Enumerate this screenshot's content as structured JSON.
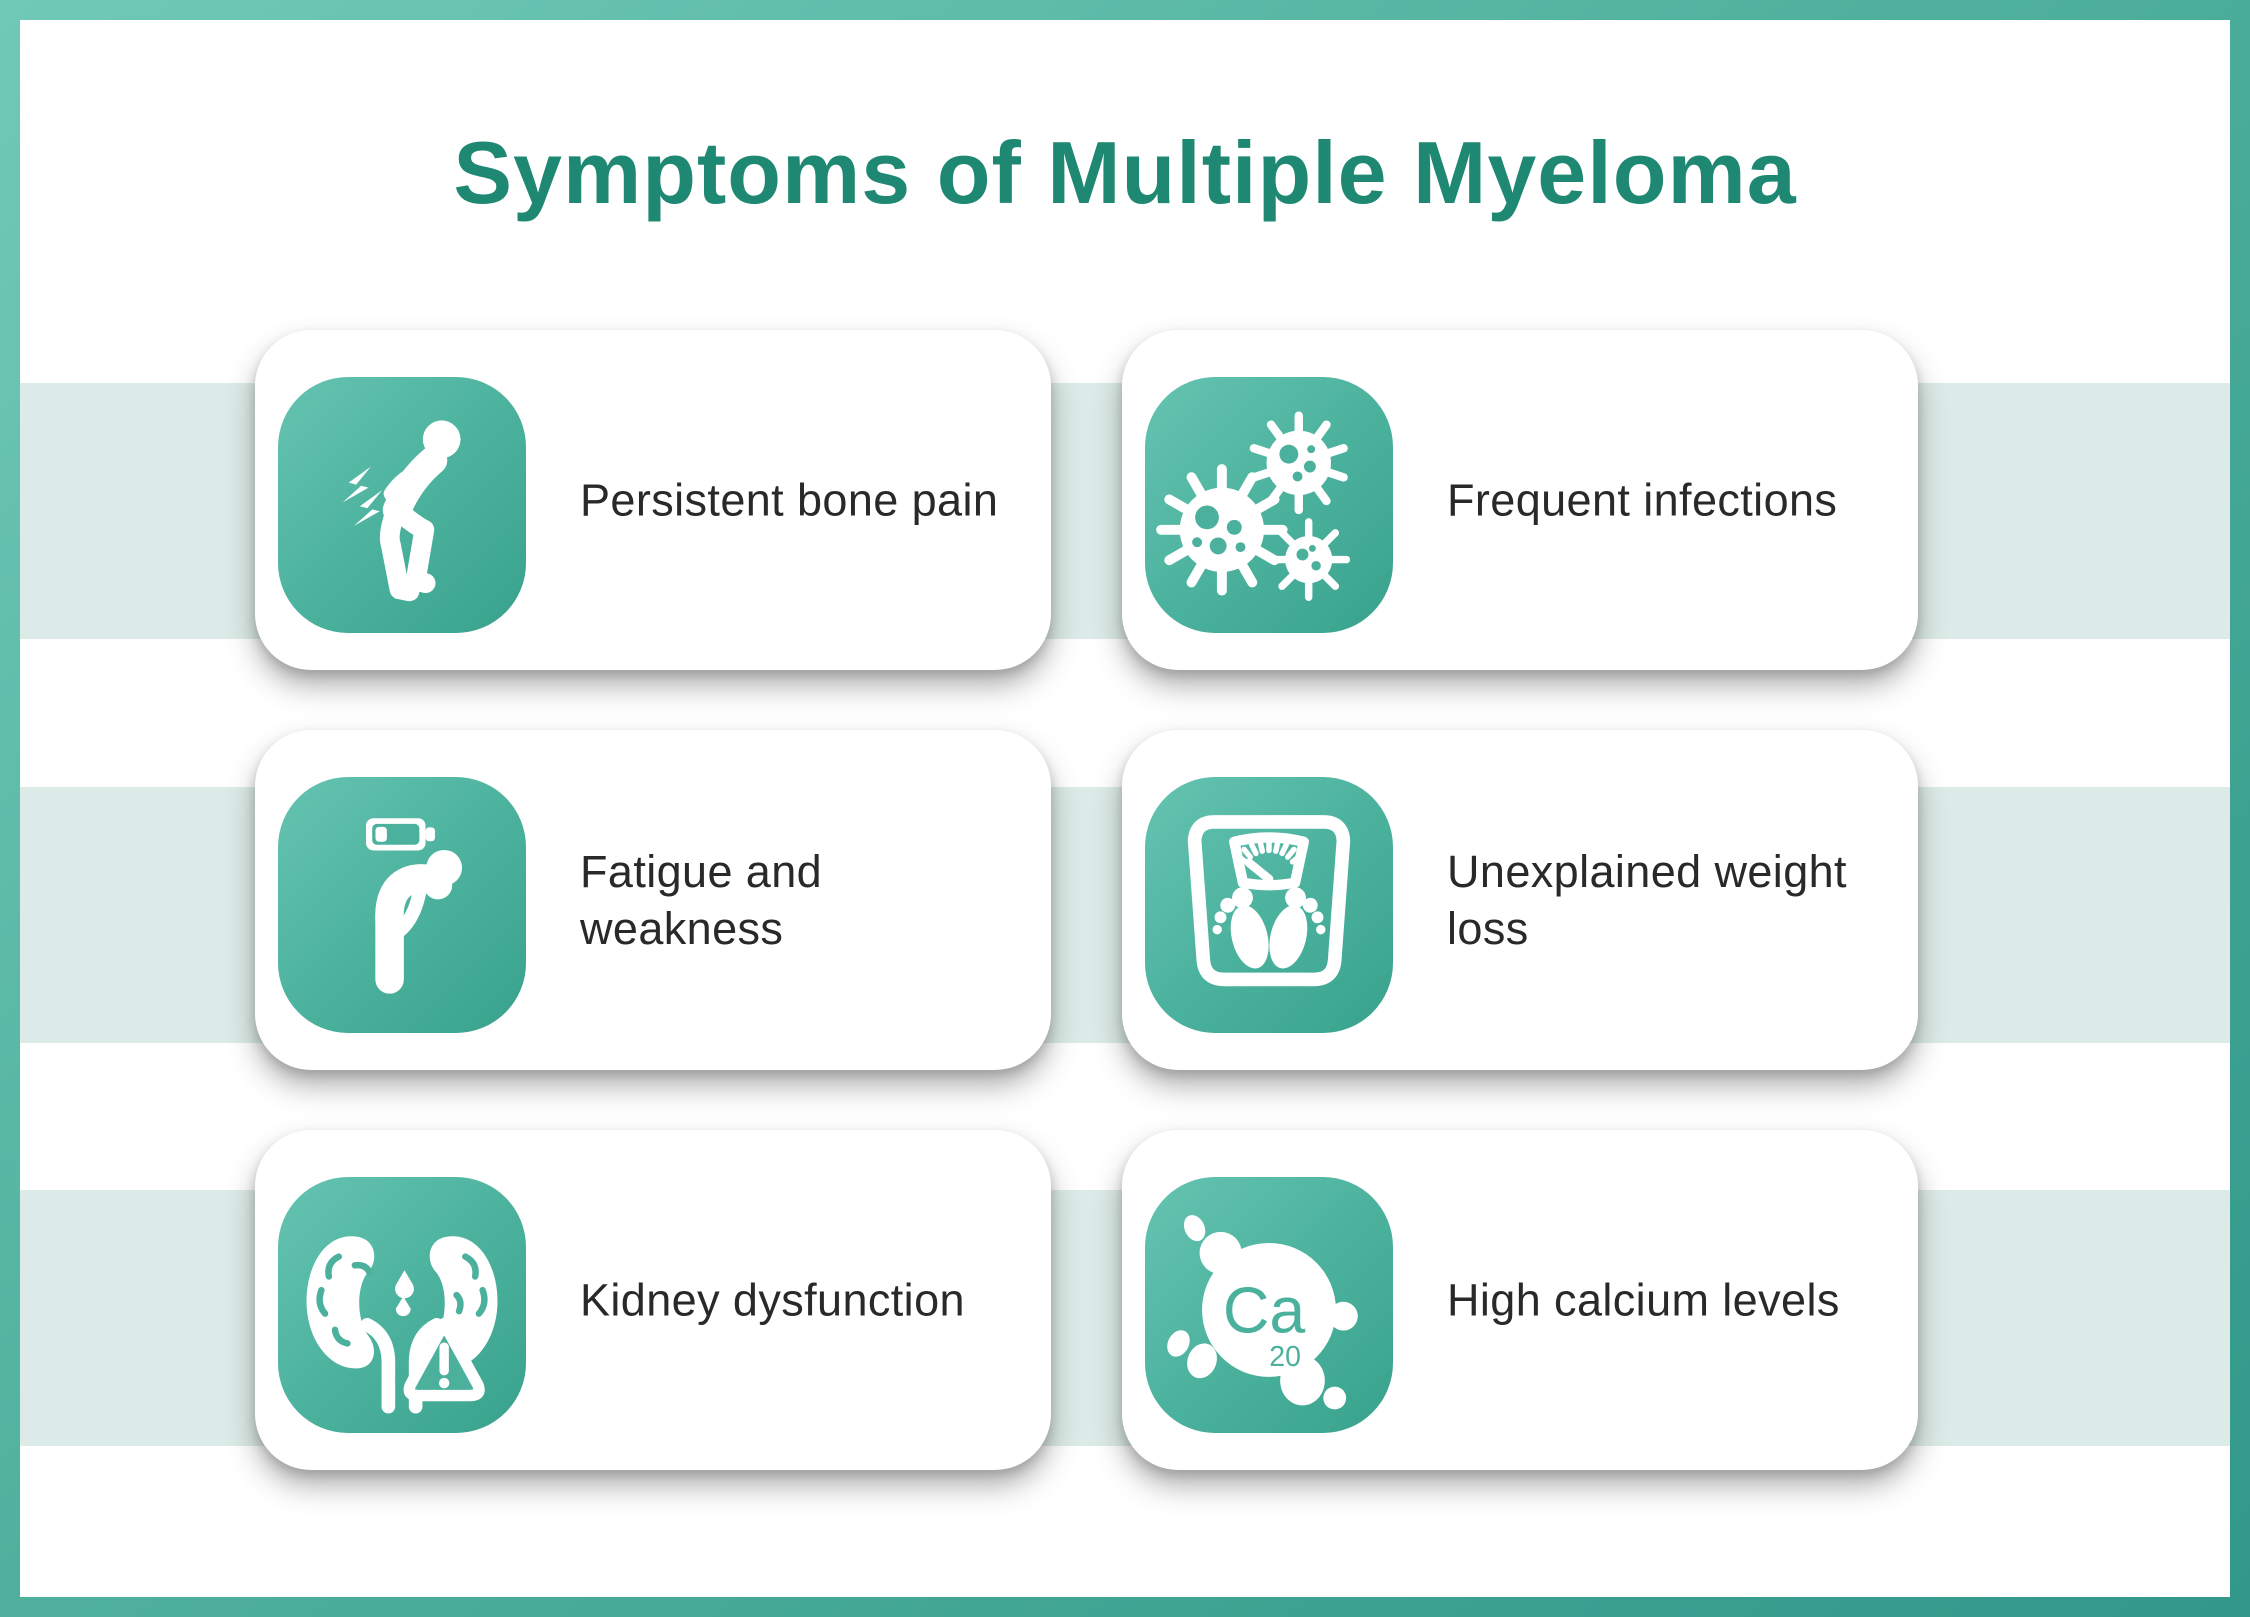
{
  "title": "Symptoms of Multiple Myeloma",
  "cards": [
    {
      "label": "Persistent bone pain",
      "icon": "bone-pain-icon"
    },
    {
      "label": "Frequent infections",
      "icon": "virus-icon"
    },
    {
      "label": "Fatigue and weakness",
      "icon": "low-battery-fatigue-icon"
    },
    {
      "label": "Unexplained weight loss",
      "icon": "weight-scale-icon"
    },
    {
      "label": "Kidney dysfunction",
      "icon": "kidney-warning-icon"
    },
    {
      "label": "High calcium levels",
      "icon": "calcium-element-icon"
    }
  ],
  "calcium": {
    "symbol": "Ca",
    "number": "20"
  },
  "colors": {
    "frame_teal_light": "#70c9b7",
    "frame_teal_dark": "#32988a",
    "tile_teal_light": "#65c4b1",
    "tile_teal_dark": "#38a28c",
    "tile_teal_mid": "#4bb19d",
    "stripe_mint": "#dcebe7",
    "title_green": "#1f8873",
    "card_text": "#2b2828",
    "card_bg": "#ffffff"
  }
}
